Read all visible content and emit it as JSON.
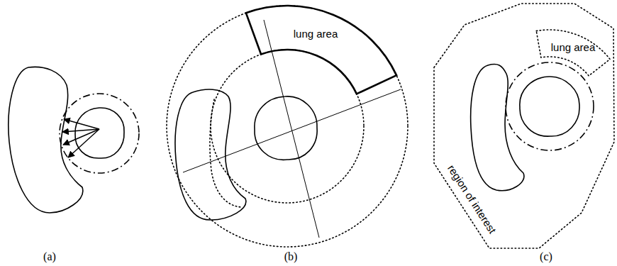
{
  "diagram": {
    "nodes": [
      {
        "text": [
          "lung area"
        ]
      },
      {
        "text": [
          "region of interest"
        ]
      },
      {
        "text": [
          "lung area"
        ]
      }
    ],
    "labels": [
      "(a)",
      "(b)",
      "(c)"
    ]
  }
}
